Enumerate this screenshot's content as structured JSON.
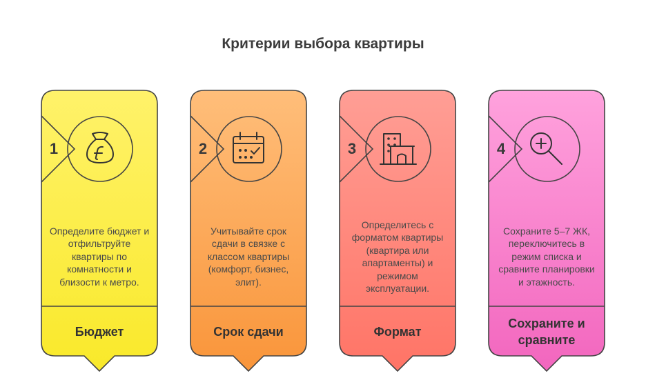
{
  "title": "Критерии выбора квартиры",
  "cards": [
    {
      "number": "1",
      "icon": "money-bag-icon",
      "color": "#FFF04A",
      "description": "Определите бюджет и отфильтруйте квартиры по комнатности и близости к метро.",
      "label": "Бюджет"
    },
    {
      "number": "2",
      "icon": "calendar-icon",
      "color": "#FFA64D",
      "description": "Учитывайте срок сдачи в связке с классом квартиры (комфорт, бизнес, элит).",
      "label": "Срок сдачи"
    },
    {
      "number": "3",
      "icon": "building-icon",
      "color": "#FF8A80",
      "description": "Определитесь с форматом квартиры (квартира или апартаменты) и режимом эксплуатации.",
      "label": "Формат"
    },
    {
      "number": "4",
      "icon": "magnifier-icon",
      "color": "#F77FCB",
      "description": "Сохраните 5–7 ЖК, переключитесь в режим списка и сравните планировки и этажность.",
      "label": "Сохраните и сравните"
    }
  ]
}
